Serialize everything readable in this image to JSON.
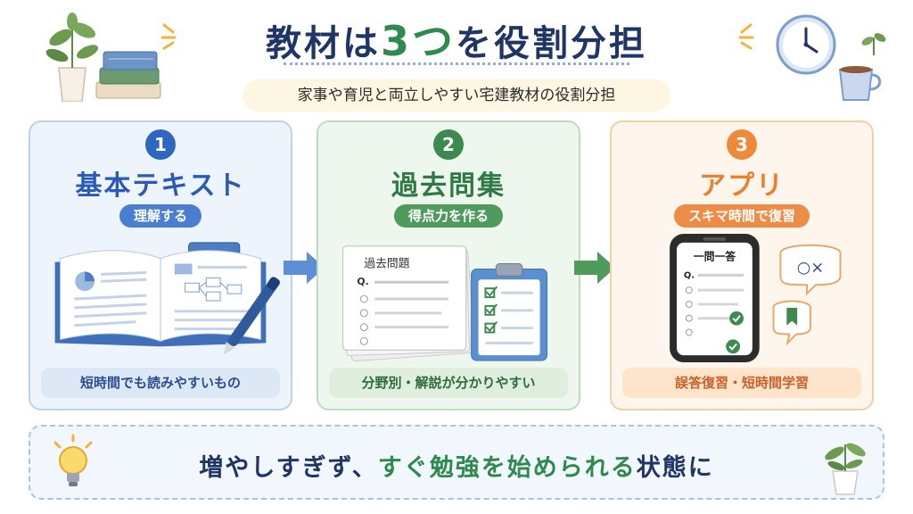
{
  "header": {
    "title_prefix": "教材は",
    "title_number": "3つ",
    "title_suffix": "を役割分担",
    "subtitle": "家事や育児と両立しやすい宅建教材の役割分担"
  },
  "panels": [
    {
      "number": "1",
      "title": "基本テキスト",
      "tag": "理解する",
      "footer": "短時間でも読みやすいもの",
      "color": "#2f66c0",
      "icons": [
        "open-textbook",
        "pen"
      ]
    },
    {
      "number": "2",
      "title": "過去問集",
      "tag": "得点力を作る",
      "footer": "分野別・解説が分かりやすい",
      "color": "#3c8a4d",
      "illustration": {
        "sheet_title": "過去問題",
        "question_label": "Q."
      },
      "icons": [
        "exam-sheets",
        "clipboard-checklist"
      ]
    },
    {
      "number": "3",
      "title": "アプリ",
      "tag": "スキマ時間で復習",
      "footer": "誤答復習・短時間学習",
      "color": "#ec8a3a",
      "illustration": {
        "screen_title": "一問一答",
        "question_label": "Q.",
        "bubble_text": "○×"
      },
      "icons": [
        "smartphone",
        "speech-bubble",
        "bookmark"
      ]
    }
  ],
  "banner": {
    "text_part1": "増やしすぎず、",
    "text_part2": "すぐ勉強を始められる",
    "text_part3": "状態に"
  },
  "decor_icons": [
    "plant",
    "books",
    "clock",
    "coffee-cup",
    "sprout",
    "light-bulb",
    "potted-plant"
  ]
}
